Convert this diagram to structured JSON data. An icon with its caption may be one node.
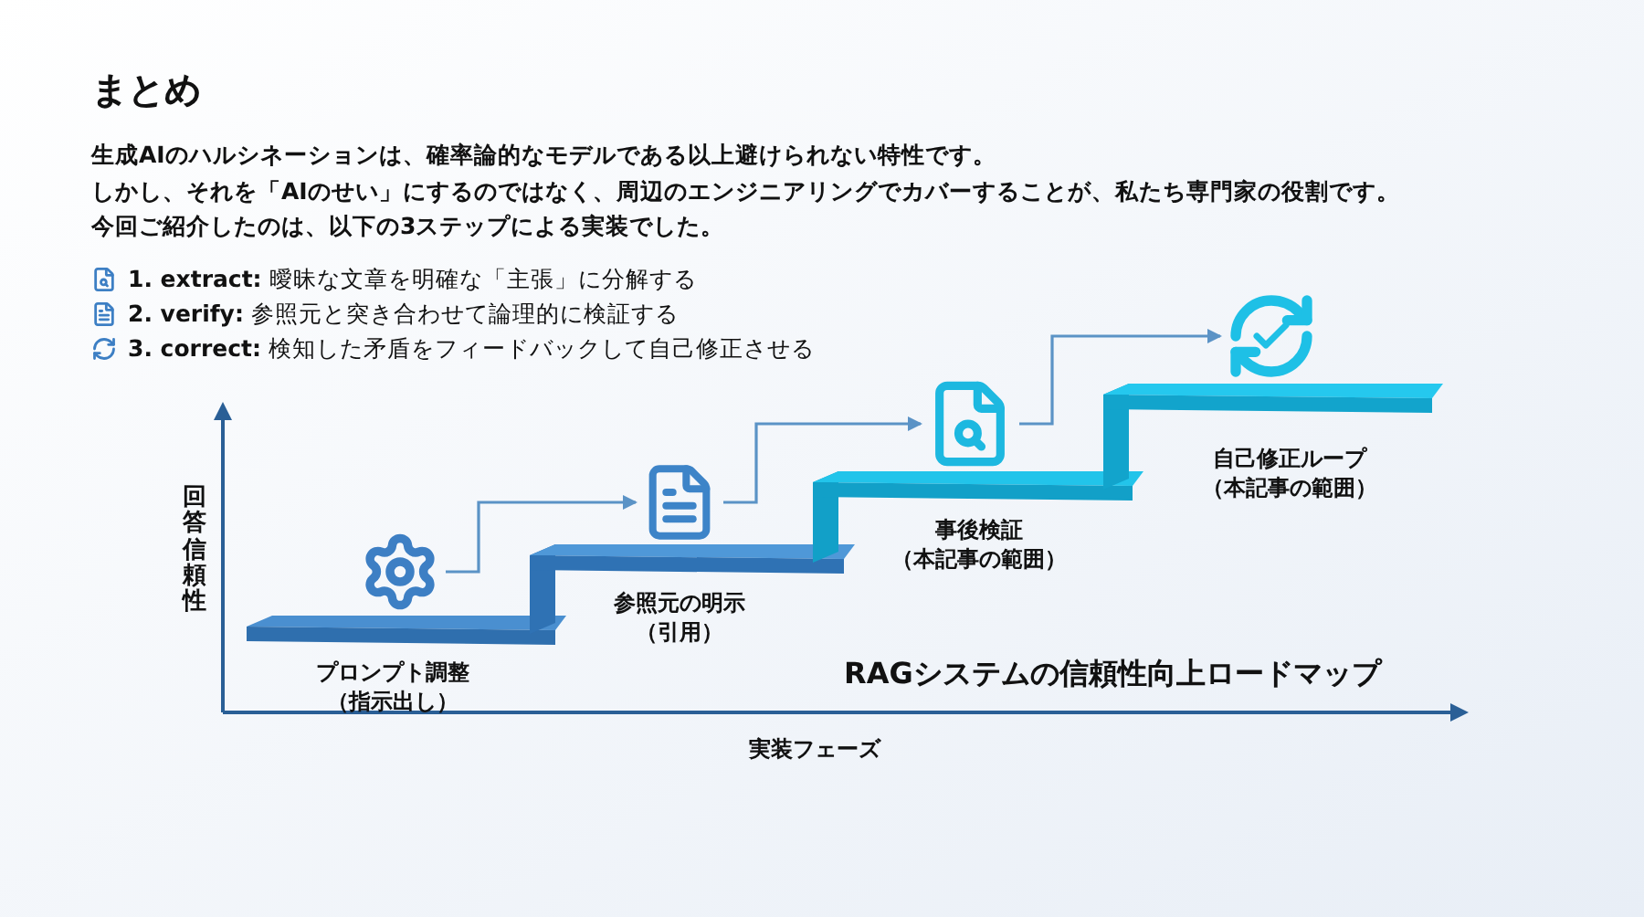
{
  "diagram": {
    "title": "まとめ",
    "nodes": [
      {
        "text": [],
        "shape": "gear",
        "beside": [
          "プロンプト調整（指示出し）"
        ]
      },
      {
        "text": [],
        "shape": "document",
        "beside": [
          "参照元の明示（引用）"
        ]
      },
      {
        "text": [],
        "shape": "magnifier",
        "beside": [
          "事後検証（本記事の範囲）"
        ]
      },
      {
        "text": [],
        "shape": "cycle",
        "beside": [
          "自己修正ループ（本記事の範囲）"
        ]
      }
    ],
    "edges": [
      {
        "from": 0,
        "to": 1,
        "arrow": "to"
      },
      {
        "from": 1,
        "to": 2,
        "arrow": "to"
      },
      {
        "from": 2,
        "to": 3,
        "arrow": "to"
      }
    ],
    "labels": [
      "生成AIのハルシネーションは、確率論的なモデルである以上避けられない特性です。",
      "しかし、それを「AIのせい」にするのではなく、周辺のエンジニアリングでカバーすることが、私たち専門家の役割です。",
      "今回ご紹介したのは、以下の3ステップによる実装でした。",
      "**1. extract:** 曖昧な文章を明確な「主張」に分解する",
      "**2. verify:** 参照元と突き合わせて論理的に検証する",
      "**3. correct:** 検知した矛盾をフィードバックして自己修正させる",
      "回答信頼性",
      "RAGシステムの信頼性向上ロードマップ",
      "実装フェーズ"
    ]
  }
}
